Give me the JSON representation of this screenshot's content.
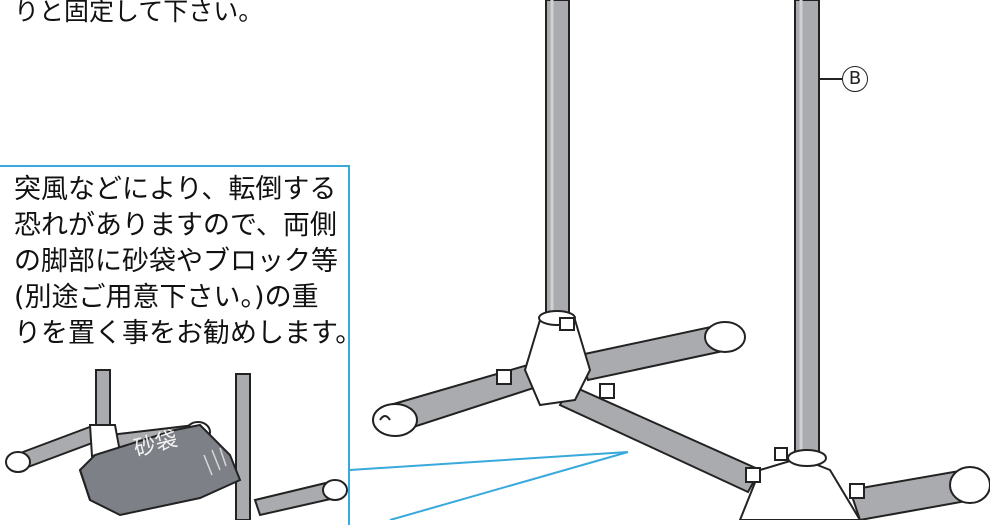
{
  "top_text": "りと固定して下さい。",
  "callout": {
    "lines": [
      "突風などにより、転倒する",
      "恐れがありますので、両側",
      "の脚部に砂袋やブロック等",
      "(別途ご用意下さい。)の重",
      "りを置く事をお勧めします。"
    ]
  },
  "part_label": "B",
  "bag_label": "砂袋",
  "colors": {
    "callout_border": "#39a9dc",
    "pipe": "#a9abae",
    "bag": "#7d8086"
  }
}
